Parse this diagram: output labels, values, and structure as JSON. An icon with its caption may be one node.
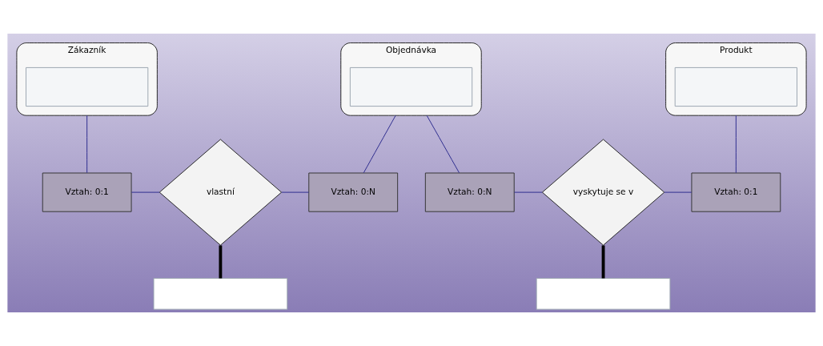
{
  "diagram": {
    "nodes": [
      {
        "text": [
          "Zákazník"
        ]
      },
      {
        "text": [],
        "shape": "box",
        "in": 0
      },
      {
        "text": [
          "Objednávka"
        ]
      },
      {
        "text": [],
        "shape": "box",
        "in": 2
      },
      {
        "text": [
          "Produkt"
        ]
      },
      {
        "text": [],
        "shape": "box",
        "in": 4
      },
      {
        "text": [
          "Vztah: 0:1"
        ]
      },
      {
        "text": [
          "vlastní"
        ]
      },
      {
        "text": [
          "Vztah: 0:N"
        ]
      },
      {
        "text": [
          "Vztah: 0:N"
        ]
      },
      {
        "text": [
          "vyskytuje se v"
        ]
      },
      {
        "text": [
          "Vztah: 0:1"
        ]
      },
      {
        "text": [],
        "shape": "box"
      },
      {
        "text": [],
        "shape": "box"
      }
    ],
    "edges": [
      {
        "from": 0,
        "to": 6,
        "arrow": "none"
      },
      {
        "from": 6,
        "to": 7,
        "arrow": "none"
      },
      {
        "from": 7,
        "to": 8,
        "arrow": "none"
      },
      {
        "from": 8,
        "to": 2,
        "arrow": "none"
      },
      {
        "from": 2,
        "to": 9,
        "arrow": "none"
      },
      {
        "from": 9,
        "to": 10,
        "arrow": "none"
      },
      {
        "from": 10,
        "to": 11,
        "arrow": "none"
      },
      {
        "from": 11,
        "to": 4,
        "arrow": "none"
      },
      {
        "from": 7,
        "to": 12,
        "arrow": "none",
        "style": "thick",
        "color": "#000000"
      },
      {
        "from": 10,
        "to": 13,
        "arrow": "none",
        "style": "thick",
        "color": "#000000"
      }
    ]
  }
}
